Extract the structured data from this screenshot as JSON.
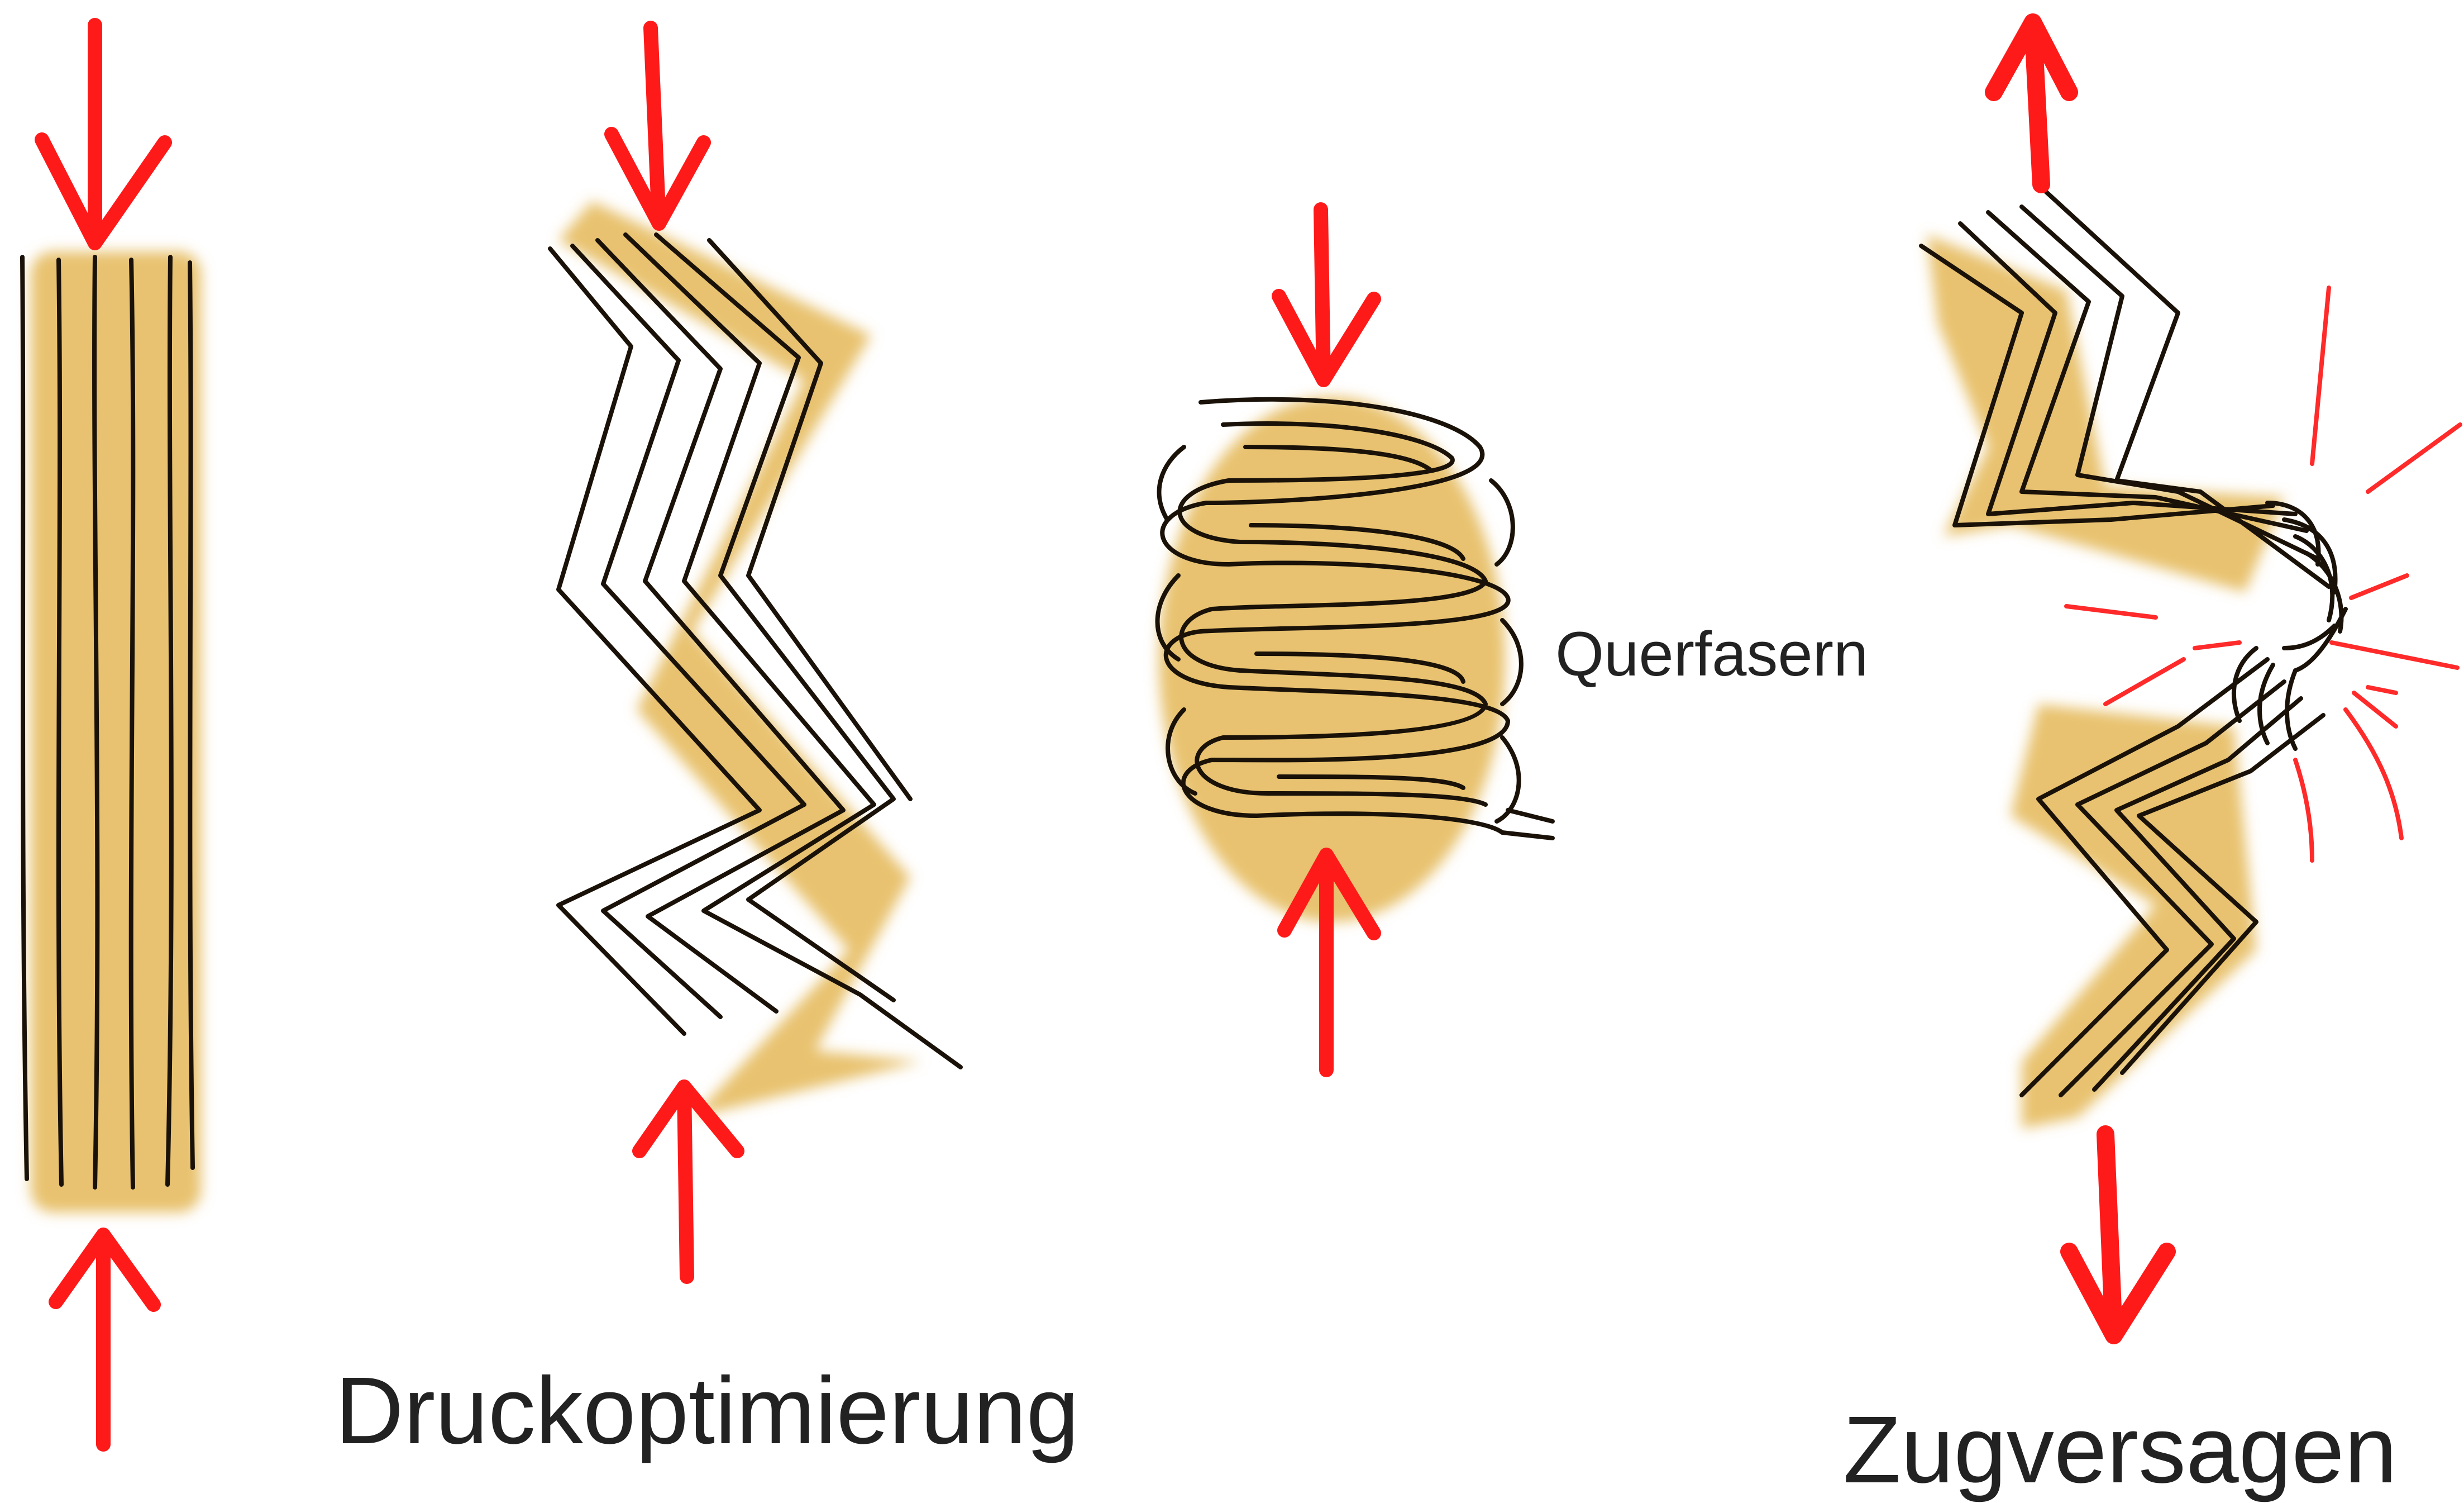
{
  "labels": {
    "compression": "Druckoptimierung",
    "tension": "Zugversagen",
    "cross_fibers": "Querfasern"
  },
  "colors": {
    "arrow": "#ff1a1a",
    "fiber_fill": "#e8c270",
    "fiber_line": "#1a1208",
    "crack": "#ff2a2a"
  }
}
